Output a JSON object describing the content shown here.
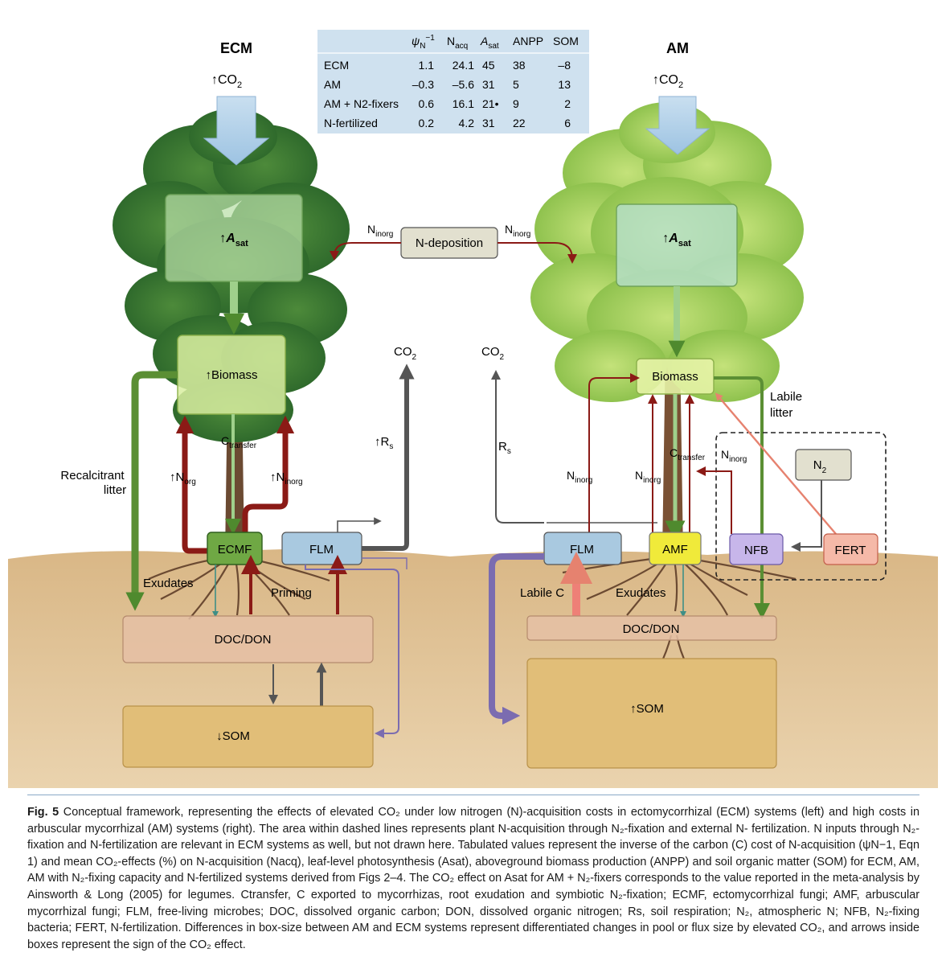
{
  "headers": {
    "ecm": "ECM",
    "am": "AM"
  },
  "co2_inputs": {
    "ecm": "↑CO",
    "am": "↑CO",
    "sub": "2"
  },
  "table": {
    "columns": [
      "",
      "ψN−1",
      "Nacq",
      "Asat",
      "ANPP",
      "SOM"
    ],
    "rows": [
      [
        "ECM",
        "1.1",
        "24.1",
        "45",
        "38",
        "–8"
      ],
      [
        "AM",
        "–0.3",
        "–5.6",
        "31",
        "5",
        "13"
      ],
      [
        "AM + N2-fixers",
        "0.6",
        "16.1",
        "21•",
        "9",
        "2"
      ],
      [
        "N-fertilized",
        "0.2",
        "4.2",
        "31",
        "22",
        "6"
      ]
    ]
  },
  "boxes": {
    "asat_left": "↑A",
    "asat_right": "↑A",
    "asat_sub": "sat",
    "biomass_left": "↑Biomass",
    "biomass_right": "Biomass",
    "ndep": "N-deposition",
    "ecmf": "ECMF",
    "flm_left": "FLM",
    "flm_right": "FLM",
    "amf": "AMF",
    "nfb": "NFB",
    "fert": "FERT",
    "n2": "N",
    "n2_sub": "2",
    "docdon_left": "DOC/DON",
    "docdon_right": "DOC/DON",
    "som_left": "↓SOM",
    "som_right": "↑SOM"
  },
  "labels": {
    "ninorg_left_top": "N",
    "ninorg_right_top": "N",
    "inorg_sub": "inorg",
    "co2_left": "CO",
    "co2_right": "CO",
    "rs_left": "↑R",
    "rs_right": "R",
    "rs_sub": "s",
    "recalcitrant_1": "Recalcitrant",
    "recalcitrant_2": "litter",
    "norg_left": "↑N",
    "org_sub": "org",
    "ninorg_left": "↑N",
    "ctransfer_left": "C",
    "ctransfer_right": "C",
    "transfer_sub": "transfer",
    "exudates_left": "Exudates",
    "exudates_right": "Exudates",
    "priming": "Priming",
    "labile_c": "Labile C",
    "labile_litter_1": "Labile",
    "labile_litter_2": "litter",
    "ninorg_am_1": "N",
    "ninorg_am_2": "N",
    "ninorg_nfb": "N"
  },
  "caption": {
    "title": "Fig. 5",
    "lines": [
      "Conceptual framework, representing the effects of elevated CO₂ under low nitrogen (N)-acquisition costs in ectomycorrhizal (ECM) systems (left) and",
      "high costs in arbuscular mycorrhizal (AM) systems (right). The area within dashed lines represents plant N-acquisition through N₂-fixation and external N-",
      "fertilization. N inputs through N₂-fixation and N-fertilization are relevant in ECM systems as well, but not drawn here. Tabulated values represent the inverse of",
      "the carbon (C) cost of N-acquisition (ψN−1, Eqn 1) and mean CO₂-effects (%) on N-acquisition (Nacq), leaf-level photosynthesis (Asat), aboveground biomass",
      "production (ANPP) and soil organic matter (SOM) for ECM, AM, AM with N₂-fixing capacity and N-fertilized systems derived from Figs 2–4. The CO₂ effect on",
      "Asat for AM + N₂-fixers corresponds to the value reported in the meta-analysis by Ainsworth & Long (2005) for legumes. Ctransfer, C exported to mycorrhizas,",
      "root exudation and symbiotic N₂-fixation; ECMF, ectomycorrhizal fungi; AMF, arbuscular mycorrhizal fungi; FLM, free-living microbes; DOC, dissolved organic",
      "carbon; DON, dissolved organic nitrogen; Rs, soil respiration; N₂, atmospheric N; NFB, N₂-fixing bacteria; FERT, N-fertilization. Differences in box-size between",
      "AM and ECM systems represent differentiated changes in pool or flux size by elevated CO₂, and arrows inside boxes represent the sign of the CO₂ effect."
    ]
  }
}
